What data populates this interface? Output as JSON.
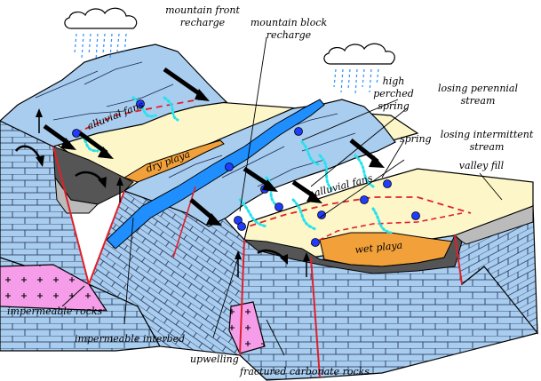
{
  "labels": {
    "mountain_front_recharge_1": "mountain front",
    "mountain_front_recharge_2": "recharge",
    "mountain_block_recharge_1": "mountain block",
    "mountain_block_recharge_2": "recharge",
    "high_perched_spring_1": "high",
    "high_perched_spring_2": "perched",
    "high_perched_spring_3": "spring",
    "losing_perennial_stream_1": "losing perennial",
    "losing_perennial_stream_2": "stream",
    "spring": "spring",
    "losing_intermittent_stream_1": "losing intermittent",
    "losing_intermittent_stream_2": "stream",
    "valley_fill": "valley fill",
    "alluvial_fans_left": "alluvial fans",
    "alluvial_fans_right": "alluvial fans",
    "dry_playa": "dry playa",
    "wet_playa": "wet playa",
    "impermeable_rocks": "impermeable rocks",
    "impermeable_interbed": "impermeable interbed",
    "upwelling": "upwelling",
    "fractured_carbonate_rocks": "fractured carbonate rocks"
  },
  "colors": {
    "carbonate": "#a9cdef",
    "valley_fill": "#fdf6c8",
    "playa": "#f2a13a",
    "impermeable_rock": "#f59de8",
    "water": "#1f8fff",
    "stream_dots": "#25e3ee",
    "fault": "#e0202a",
    "interbed_dark": "#555555",
    "interbed_light": "#bbbbbb"
  }
}
